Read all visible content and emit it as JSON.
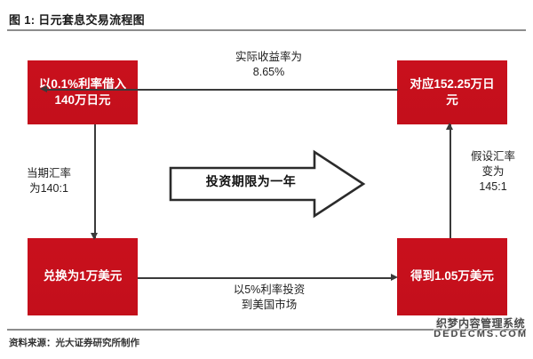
{
  "figure": {
    "title": "图 1: 日元套息交易流程图",
    "source_note": "资料来源：光大证券研究所制作"
  },
  "colors": {
    "box_fill": "#C8102A",
    "box_text": "#FFFFFF",
    "line": "#3A3A3A",
    "rule": "#8D8D8D",
    "label_text": "#222222"
  },
  "diagram": {
    "type": "flowchart",
    "nodes": [
      {
        "id": "top-left",
        "label": "以0.1%利率借入140万日元"
      },
      {
        "id": "top-right",
        "label": "对应152.25万日元"
      },
      {
        "id": "bottom-left",
        "label": "兑换为1万美元"
      },
      {
        "id": "bottom-right",
        "label": "得到1.05万美元"
      }
    ],
    "edges": [
      {
        "id": "top",
        "from": "top-right",
        "to": "top-left",
        "direction": "left",
        "label": "实际收益率为\n8.65%"
      },
      {
        "id": "left",
        "from": "top-left",
        "to": "bottom-left",
        "direction": "down",
        "label": "当期汇率\n为140:1"
      },
      {
        "id": "bottom",
        "from": "bottom-left",
        "to": "bottom-right",
        "direction": "right",
        "label": "以5%利率投资\n到美国市场"
      },
      {
        "id": "right",
        "from": "bottom-right",
        "to": "top-right",
        "direction": "up",
        "label": "假设汇率\n变为\n145:1"
      }
    ],
    "center_arrow": {
      "label": "投资期限为一年",
      "direction": "right"
    }
  },
  "watermark": {
    "line1": "织梦内容管理系统",
    "line2": "DEDECMS.COM"
  }
}
